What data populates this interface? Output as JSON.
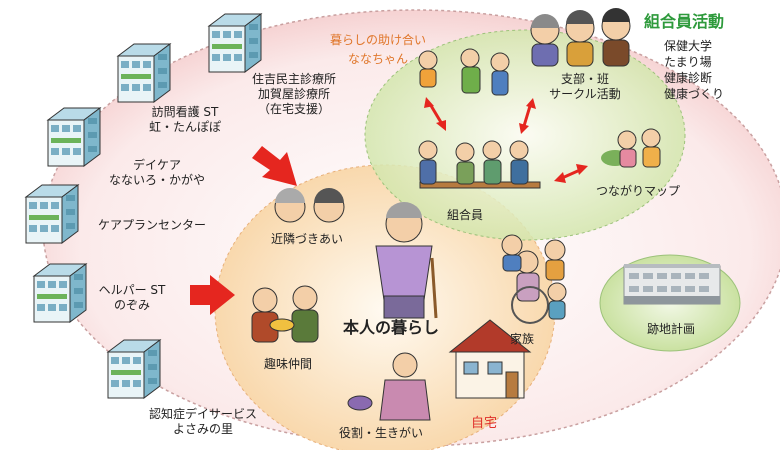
{
  "facilities": {
    "sumiyoshi": [
      "住吉民主診療所",
      "加賀屋診療所",
      "（在宅支援）"
    ],
    "houmon": [
      "訪問看護 ST",
      "虹・たんぽぽ"
    ],
    "daycare": [
      "デイケア",
      "なないろ・かがや"
    ],
    "careplan": "ケアプランセンター",
    "helper": [
      "ヘルパー ST",
      "のぞみ"
    ],
    "ninchisho": [
      "認知症デイサービス",
      "よさみの里"
    ]
  },
  "kumiai": {
    "title": "組合員活動",
    "items": [
      "保健大学",
      "たまり場",
      "健康診断",
      "健康づくり"
    ],
    "shibu": [
      "支部・班",
      "サークル活動"
    ],
    "tsunagari": "つながりマップ",
    "member": "組合員",
    "helpers": [
      "暮らしの助け合い",
      "ななちゃん"
    ]
  },
  "life": {
    "center": "本人の暮らし",
    "kinrin": "近隣づきあい",
    "shumi": "趣味仲間",
    "yakuwari": "役割・生きがい",
    "kazoku": "家族",
    "jitaku": "自宅"
  },
  "atochi": "跡地計画",
  "colors": {
    "pink_bg": "#f7d9d9",
    "green_bg": "#d6e8b4",
    "orange_bg": "#fbe3c2",
    "accent_red": "#e0302a",
    "accent_green": "#2e9a3c",
    "accent_orange": "#e0762a"
  }
}
